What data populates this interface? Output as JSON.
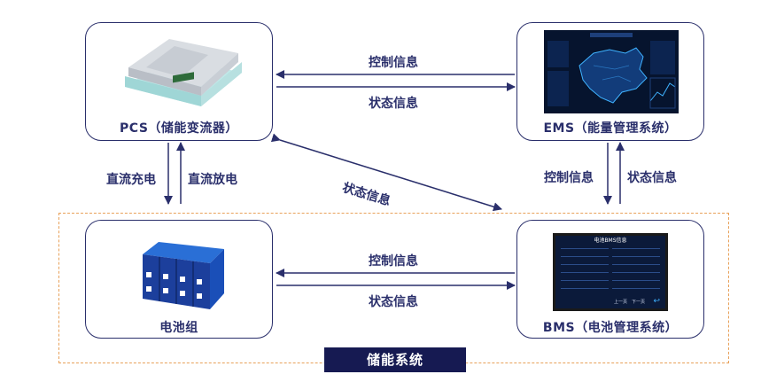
{
  "nodes": {
    "pcs": "PCS（储能变流器）",
    "ems": "EMS（能量管理系统）",
    "battery": "电池组",
    "bms": "BMS（电池管理系统）"
  },
  "edges": {
    "pcs_ems_control": "控制信息",
    "ems_pcs_status": "状态信息",
    "dc_charge": "直流充电",
    "dc_discharge": "直流放电",
    "diag_status": "状态信息",
    "ems_bms_control": "控制信息",
    "bms_ems_status": "状态信息",
    "battery_bms_control": "控制信息",
    "bms_battery_status": "状态信息"
  },
  "group": {
    "label": "储能系统"
  },
  "bms_screen": {
    "title": "电池BMS信息",
    "footer_prev": "上一页",
    "footer_next": "下一页"
  },
  "colors": {
    "primary": "#2a2f6b",
    "dashed_border": "#e8a15a",
    "group_label_bg": "#161a52"
  }
}
